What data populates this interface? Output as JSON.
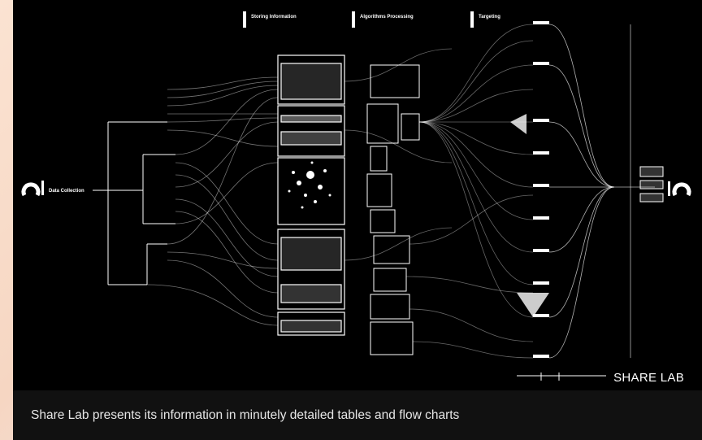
{
  "sections": {
    "storing": "Storing Information",
    "algorithms": "Algorithms Processing",
    "targeting": "Targeting"
  },
  "left_label": "Data Collection",
  "watermark": "SHARE LAB",
  "caption": "Share Lab presents its information in minutely detailed tables and flow charts",
  "colors": {
    "background": "#000000",
    "lines": "#ffffff",
    "caption_bg": "#111111",
    "caption_text": "#e6e6e6"
  }
}
